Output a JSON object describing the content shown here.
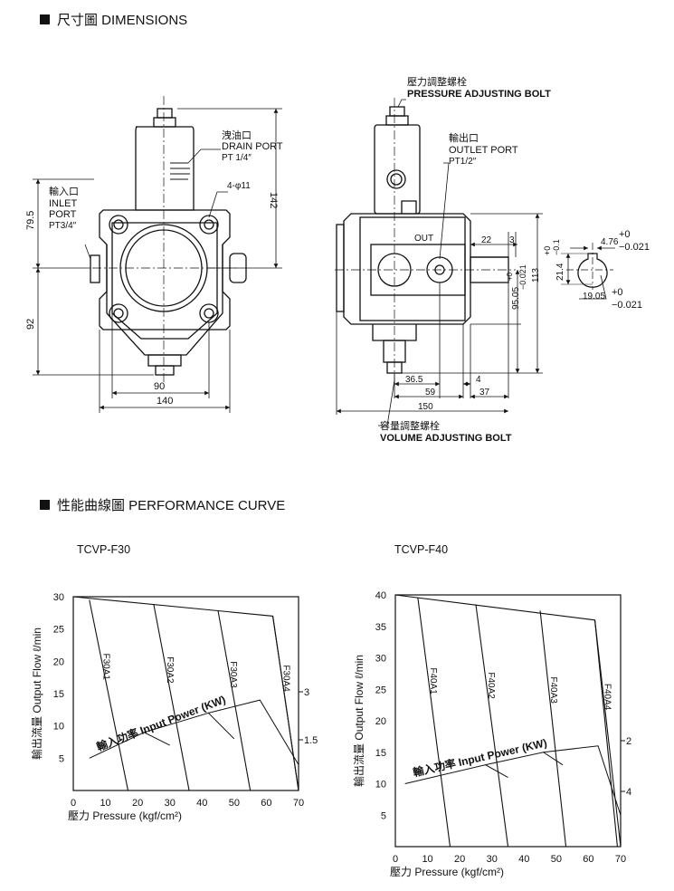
{
  "dimensions_section": {
    "title": "尺寸圖 DIMENSIONS",
    "labels": {
      "pressure_bolt_cn": "壓力調整螺栓",
      "pressure_bolt_en": "PRESSURE ADJUSTING BOLT",
      "drain_port_cn": "洩油口",
      "drain_port_en": "DRAIN PORT",
      "drain_port_size": "PT 1/4″",
      "outlet_port_cn": "輸出口",
      "outlet_port_en": "OUTLET PORT",
      "outlet_port_size": "PT1/2″",
      "inlet_port_cn": "輸入口",
      "inlet_port_en1": "INLET",
      "inlet_port_en2": "PORT",
      "inlet_port_size": "PT3/4″",
      "holes": "4-φ11",
      "out_mark": "OUT",
      "volume_bolt_cn": "容量調整螺栓",
      "volume_bolt_en": "VOLUME ADJUSTING BOLT"
    },
    "dims": {
      "d142": "142",
      "d79_5": "79.5",
      "d92": "92",
      "d90": "90",
      "d140": "140",
      "d22": "22",
      "d3": "3",
      "d95_05": "95.05",
      "tol_95": "+0",
      "tol_95b": "−0.021",
      "d113": "113",
      "d36_5": "36.5",
      "d59": "59",
      "d4": "4",
      "d37": "37",
      "d150": "150",
      "d4_76": "4.76",
      "tol_476a": "+0",
      "tol_476b": "−0.021",
      "d21_4": "21.4",
      "tol_214a": "+0",
      "tol_214b": "−0.1",
      "d19_05": "19.05",
      "tol_1905a": "+0",
      "tol_1905b": "−0.021"
    }
  },
  "performance_section": {
    "title": "性能曲線圖 PERFORMANCE CURVE",
    "y_label_cn": "輸出流量",
    "y_label_en": "Output Flow ℓ/min",
    "x_label": "壓力 Pressure (kgf/cm²)",
    "power_label": "輸入功率 Input Power (KW)"
  },
  "chart_data": [
    {
      "type": "line",
      "title": "TCVP-F30",
      "xlabel": "壓力 Pressure (kgf/cm²)",
      "ylabel": "輸出流量 Output Flow ℓ/min",
      "x_ticks": [
        "0",
        "10",
        "20",
        "30",
        "40",
        "50",
        "60",
        "70"
      ],
      "y_ticks": [
        "5",
        "10",
        "15",
        "20",
        "25",
        "30"
      ],
      "xlim": [
        0,
        70
      ],
      "ylim": [
        0,
        30
      ],
      "power_ticks": [
        "3",
        "1.5"
      ],
      "flow_line": [
        [
          0,
          30
        ],
        [
          62,
          27
        ],
        [
          70,
          0
        ]
      ],
      "series": [
        {
          "name": "F30A1",
          "values": [
            [
              5,
              29.5
            ],
            [
              17,
              0
            ]
          ]
        },
        {
          "name": "F30A2",
          "values": [
            [
              25,
              28.8
            ],
            [
              36,
              0
            ]
          ]
        },
        {
          "name": "F30A3",
          "values": [
            [
              45,
              27.8
            ],
            [
              55,
              0
            ]
          ]
        },
        {
          "name": "F30A4",
          "values": [
            [
              62,
              27
            ],
            [
              70,
              0
            ]
          ]
        }
      ],
      "power_curves": [
        {
          "values": [
            [
              5,
              5
            ],
            [
              22,
              9
            ],
            [
              30,
              7
            ]
          ]
        },
        {
          "values": [
            [
              22,
              9
            ],
            [
              42,
              12
            ],
            [
              50,
              8
            ]
          ]
        },
        {
          "values": [
            [
              42,
              12
            ],
            [
              58,
              14
            ],
            [
              70,
              4
            ]
          ]
        }
      ]
    },
    {
      "type": "line",
      "title": "TCVP-F40",
      "xlabel": "壓力 Pressure (kgf/cm²)",
      "ylabel": "輸出流量 Output Flow ℓ/min",
      "x_ticks": [
        "0",
        "10",
        "20",
        "30",
        "40",
        "50",
        "60",
        "70"
      ],
      "y_ticks": [
        "5",
        "10",
        "15",
        "20",
        "25",
        "30",
        "35",
        "40"
      ],
      "xlim": [
        0,
        70
      ],
      "ylim": [
        0,
        40
      ],
      "power_ticks": [
        "2",
        "4"
      ],
      "flow_line": [
        [
          0,
          40
        ],
        [
          62,
          36
        ],
        [
          70,
          0
        ]
      ],
      "series": [
        {
          "name": "F40A1",
          "values": [
            [
              7,
              39.5
            ],
            [
              17,
              0
            ]
          ]
        },
        {
          "name": "F40A2",
          "values": [
            [
              25,
              38.5
            ],
            [
              35,
              0
            ]
          ]
        },
        {
          "name": "F40A3",
          "values": [
            [
              45,
              37.5
            ],
            [
              53,
              0
            ]
          ]
        },
        {
          "name": "F40A4",
          "values": [
            [
              62,
              36
            ],
            [
              69,
              0
            ]
          ]
        }
      ],
      "power_curves": [
        {
          "values": [
            [
              3,
              10
            ],
            [
              28,
              13
            ],
            [
              35,
              11
            ]
          ]
        },
        {
          "values": [
            [
              28,
              13
            ],
            [
              46,
              15
            ],
            [
              52,
              13
            ]
          ]
        },
        {
          "values": [
            [
              46,
              15
            ],
            [
              63,
              16
            ],
            [
              70,
              5
            ]
          ]
        }
      ]
    }
  ]
}
